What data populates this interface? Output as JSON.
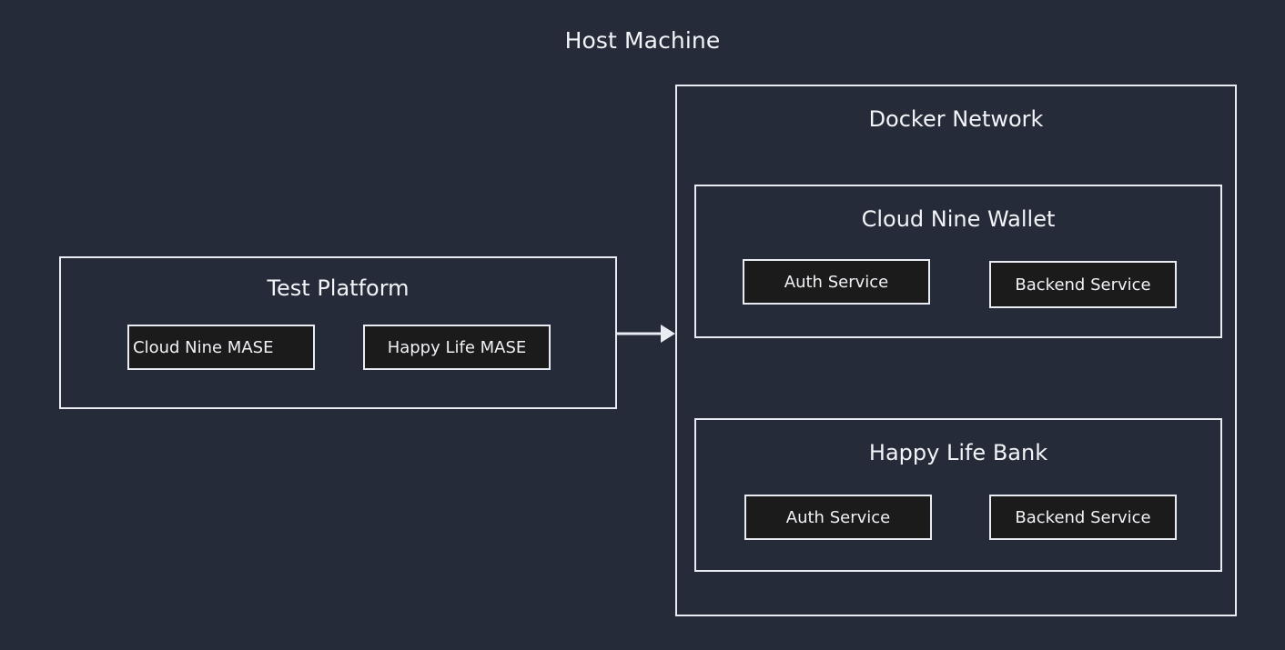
{
  "diagram": {
    "type": "architecture-block-diagram",
    "background_color": "#252b38",
    "line_color": "#e9ecf2",
    "node_fill_color": "#1b1b1b",
    "text_color": "#f2f4f8",
    "title": "Host Machine",
    "groups": [
      {
        "id": "test-platform",
        "label": "Test Platform",
        "nodes": [
          {
            "id": "cloud-nine-mase",
            "label": "Cloud Nine MASE"
          },
          {
            "id": "happy-life-mase",
            "label": "Happy Life MASE"
          }
        ]
      },
      {
        "id": "docker-network",
        "label": "Docker Network",
        "groups": [
          {
            "id": "cloud-nine-wallet",
            "label": "Cloud Nine Wallet",
            "nodes": [
              {
                "id": "cnw-auth-service",
                "label": "Auth Service"
              },
              {
                "id": "cnw-backend-service",
                "label": "Backend Service"
              }
            ]
          },
          {
            "id": "happy-life-bank",
            "label": "Happy Life Bank",
            "nodes": [
              {
                "id": "hlb-auth-service",
                "label": "Auth Service"
              },
              {
                "id": "hlb-backend-service",
                "label": "Backend Service"
              }
            ]
          }
        ]
      }
    ],
    "connectors": [
      {
        "id": "test-platform-to-docker-network",
        "from": "test-platform",
        "to": "docker-network",
        "style": "solid-arrow",
        "direction": "right"
      }
    ]
  }
}
